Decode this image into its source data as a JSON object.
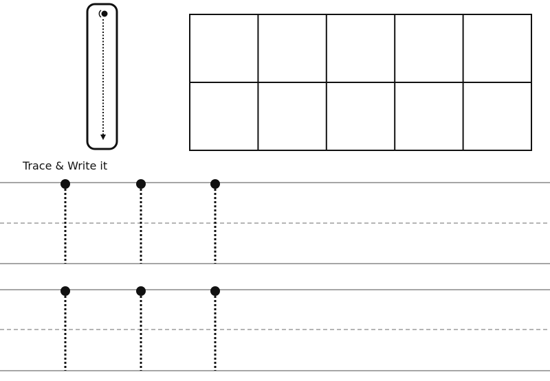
{
  "worksheet": {
    "trace_label": "Trace & Write it",
    "letter_model": {
      "letter": "I",
      "stroke": "single vertical dotted stroke, top to bottom"
    },
    "ten_frame": {
      "rows": 2,
      "columns": 5
    },
    "practice_rows": [
      {
        "tracing_letters": 3
      },
      {
        "tracing_letters": 3
      }
    ],
    "colors": {
      "ink": "#111111",
      "guide_line": "#888888"
    }
  }
}
